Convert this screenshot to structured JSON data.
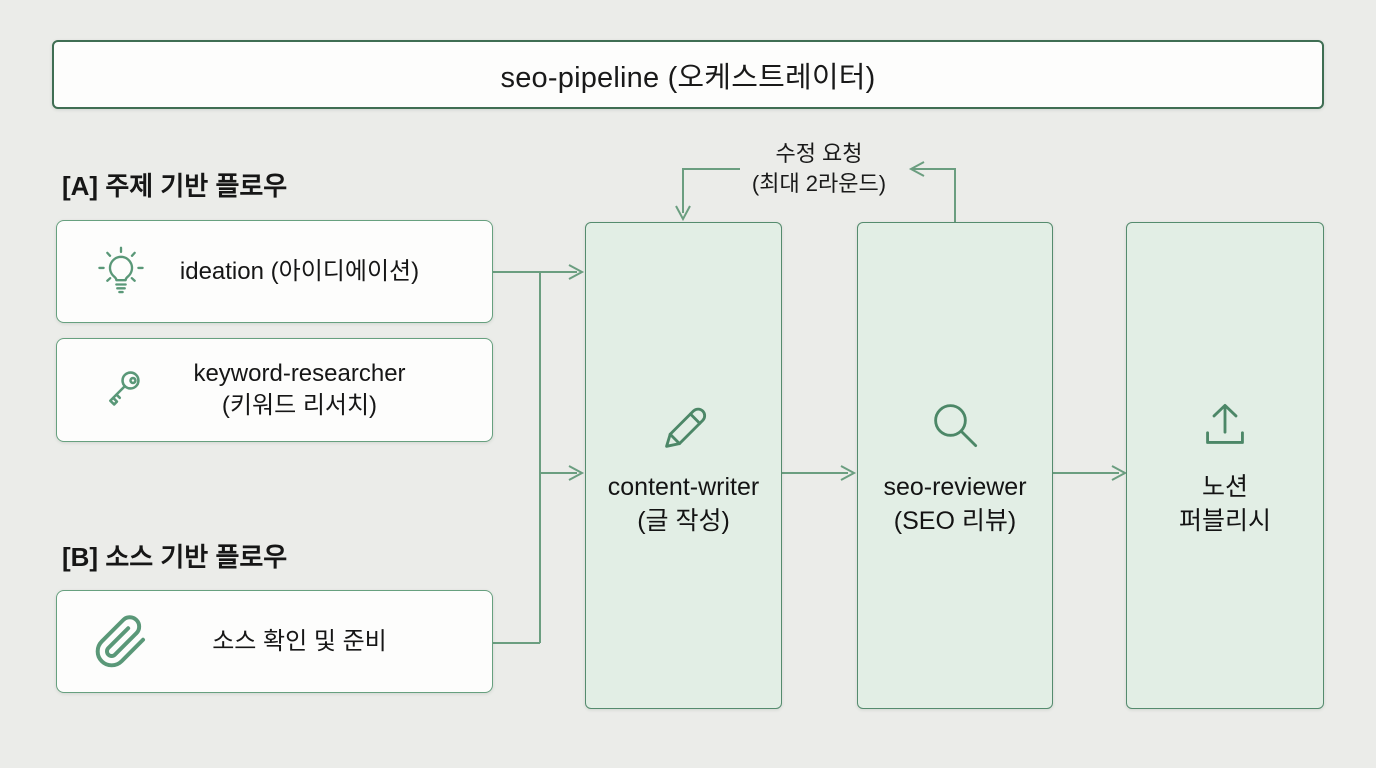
{
  "diagram": {
    "title": "seo-pipeline (오케스트레이터)",
    "flow_a": {
      "heading": "[A] 주제 기반 플로우",
      "nodes": [
        {
          "icon": "lightbulb-icon",
          "label": "ideation (아이디에이션)"
        },
        {
          "icon": "key-icon",
          "label": "keyword-researcher",
          "sublabel": "(키워드 리서치)"
        }
      ]
    },
    "flow_b": {
      "heading": "[B] 소스 기반 플로우",
      "nodes": [
        {
          "icon": "paperclip-icon",
          "label": "소스 확인 및 준비"
        }
      ]
    },
    "stages": [
      {
        "icon": "pencil-icon",
        "name": "content-writer",
        "sublabel": "(글 작성)"
      },
      {
        "icon": "magnifier-icon",
        "name": "seo-reviewer",
        "sublabel": "(SEO 리뷰)"
      },
      {
        "icon": "upload-icon",
        "name": "노션",
        "sublabel": "퍼블리시"
      }
    ],
    "feedback": {
      "line1": "수정 요청",
      "line2": "(최대 2라운드)"
    },
    "colors": {
      "background": "#ebece9",
      "card_background": "#fdfdfc",
      "stage_fill": "#e2eee5",
      "title_border": "#3f6e53",
      "card_border": "#67a07f",
      "stage_border": "#558b6e",
      "line_green": "#6b9e80",
      "icon_green": "#5a9878",
      "text": "#191919"
    }
  }
}
